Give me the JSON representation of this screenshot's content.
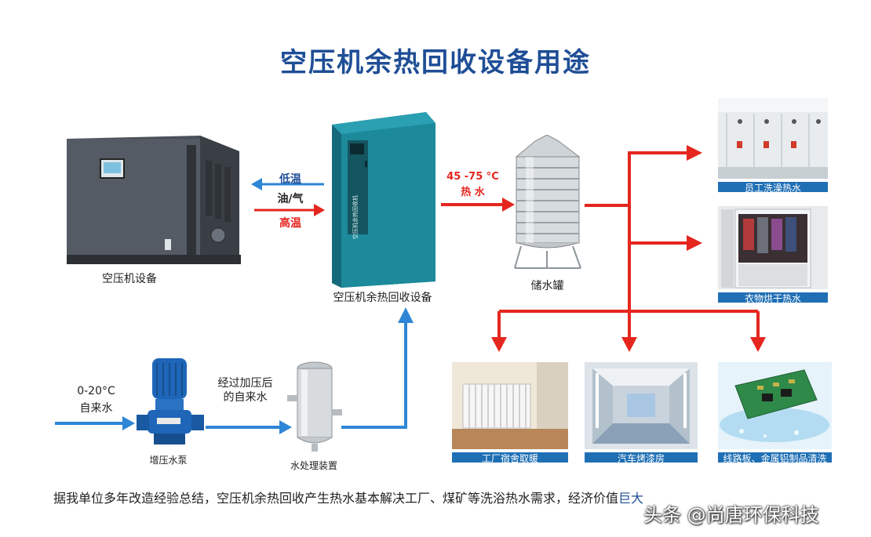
{
  "title": "空压机余热回收设备用途",
  "compressor": {
    "label": "空压机设备"
  },
  "recovery_unit": {
    "label": "空压机余热回收设备",
    "side_text": "空压机余热回收机"
  },
  "flow_back": {
    "low": "低温",
    "oil": "油/气",
    "high": "高温"
  },
  "hot_water": {
    "temp": "45 -75 °C",
    "label": "热 水"
  },
  "tank": {
    "label": "储水罐"
  },
  "inlet": {
    "temp": "0-20°C",
    "label": "自来水"
  },
  "pump": {
    "label": "增压水泵"
  },
  "pressurized": {
    "line1": "经过加压后",
    "line2": "的自来水"
  },
  "treatment": {
    "label": "水处理装置"
  },
  "uses": [
    {
      "caption": "员工洗澡热水"
    },
    {
      "caption": "衣物烘干热水"
    },
    {
      "caption": "工厂宿舍取暖"
    },
    {
      "caption": "汽车烤漆房"
    },
    {
      "caption": "线路板、金属铝制品清洗"
    }
  ],
  "footer": {
    "main": "据我单位多年改造经验总结，空压机余热回收产生热水基本解决工厂、煤矿等洗浴热水需求，经济价值",
    "highlight": "巨大"
  },
  "watermark": "头条 @尚唐环保科技",
  "colors": {
    "title": "#1f4e96",
    "hot_arrow": "#e5261f",
    "cold_arrow": "#2f86d6",
    "caption_bg": "#1f6fb5"
  }
}
